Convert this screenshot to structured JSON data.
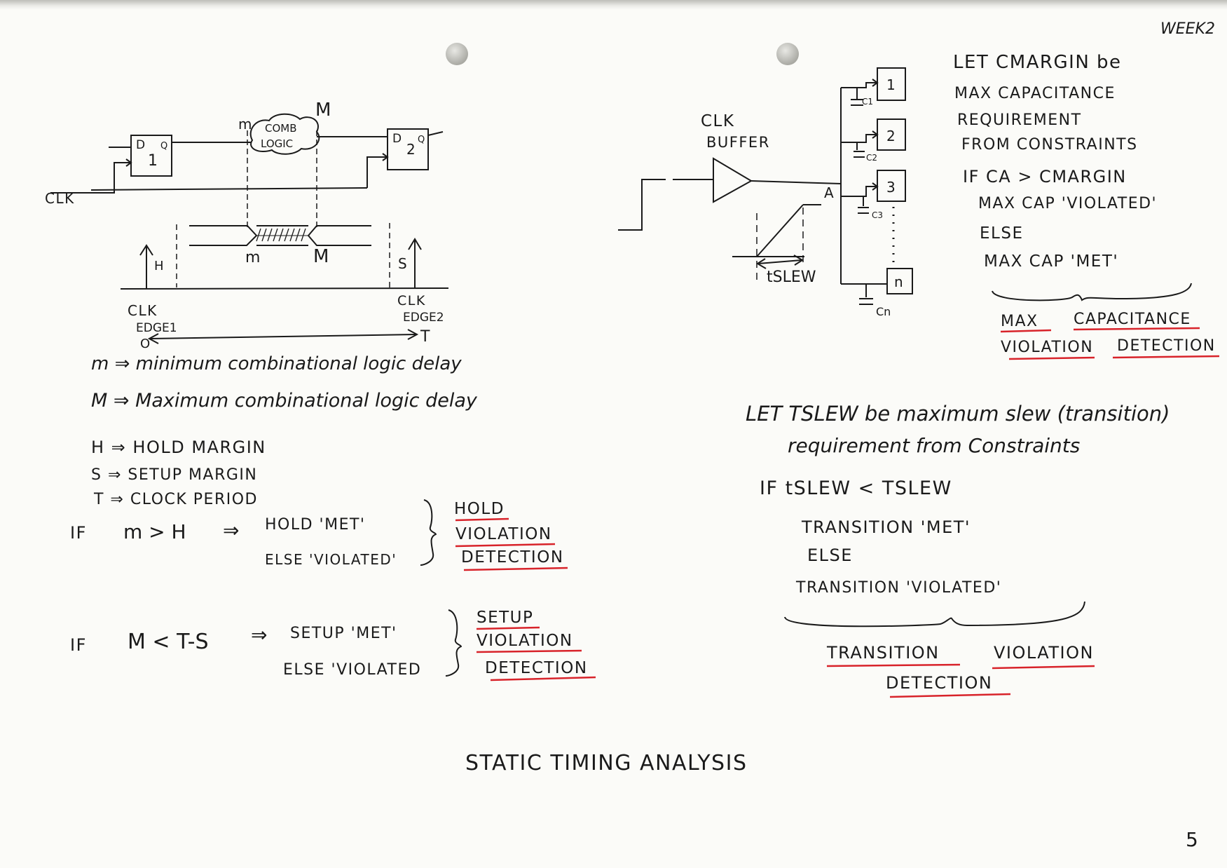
{
  "header": {
    "week": "WEEK2",
    "page_number": "5"
  },
  "title": "STATIC TIMING ANALYSIS",
  "left_diagram": {
    "clk": "CLK",
    "ff1": {
      "d": "D",
      "num": "1",
      "q": "Q"
    },
    "ff2": {
      "d": "D",
      "num": "2",
      "q": "Q"
    },
    "comb_logic": [
      "COMB",
      "LOGIC"
    ],
    "m_label": "m",
    "M_label": "M",
    "h_label": "H",
    "s_label": "S",
    "edge1": [
      "CLK",
      "EDGE1"
    ],
    "edge2": [
      "CLK",
      "EDGE2"
    ],
    "period_start": "O",
    "period_end": "T"
  },
  "definitions": [
    "m ⇒ minimum combinational logic delay",
    "M ⇒ Maximum combinational logic delay",
    "H ⇒ HOLD MARGIN",
    "S ⇒ SETUP MARGIN",
    "T ⇒ CLOCK PERIOD"
  ],
  "hold_check": {
    "if": "IF",
    "cond": "m > H",
    "arrow": "⇒",
    "met": "HOLD 'MET'",
    "else": "ELSE 'VIOLATED'",
    "label": [
      "HOLD",
      "VIOLATION",
      "DETECTION"
    ]
  },
  "setup_check": {
    "if": "IF",
    "cond": "M < T-S",
    "arrow": "⇒",
    "met": "SETUP 'MET'",
    "else": "ELSE 'VIOLATED",
    "label": [
      "SETUP",
      "VIOLATION",
      "DETECTION"
    ]
  },
  "right_diagram": {
    "buffer_label": [
      "CLK",
      "BUFFER"
    ],
    "node": "A",
    "loads": [
      "1",
      "2",
      "3",
      "n"
    ],
    "caps": [
      "C1",
      "C2",
      "C3",
      "Cn"
    ],
    "tslew": "tSLEW"
  },
  "cap_check": {
    "lines": [
      "LET CMARGIN be",
      "MAX CAPACITANCE",
      "REQUIREMENT",
      "FROM CONSTRAINTS",
      "IF CA > CMARGIN",
      "MAX CAP 'VIOLATED'",
      "ELSE",
      "MAX CAP 'MET'"
    ],
    "label": [
      "MAX",
      "CAPACITANCE",
      "VIOLATION",
      "DETECTION"
    ]
  },
  "slew_check": {
    "lines": [
      "LET TSLEW be maximum slew (transition)",
      "requirement from Constraints",
      "IF tSLEW < TSLEW",
      "TRANSITION 'MET'",
      "ELSE",
      "TRANSITION 'VIOLATED'"
    ],
    "label": [
      "TRANSITION",
      "VIOLATION",
      "DETECTION"
    ]
  },
  "colors": {
    "ink": "#1a1a1a",
    "underline": "#d8232a",
    "hole": "#bdbdb8",
    "paper": "#fbfbf8"
  }
}
